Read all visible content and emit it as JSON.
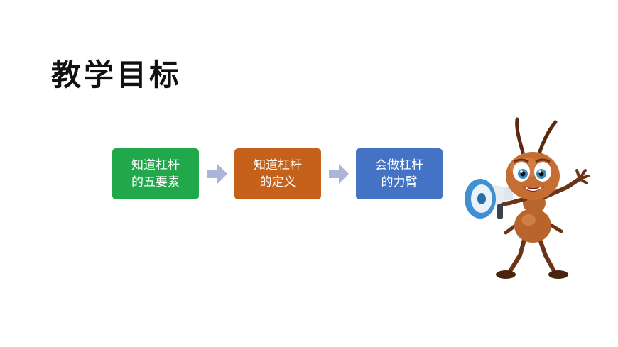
{
  "slide": {
    "title": "教学目标",
    "steps": [
      {
        "line1": "知道杠杆",
        "line2": "的五要素",
        "color": "#21a84a"
      },
      {
        "line1": "知道杠杆",
        "line2": "的定义",
        "color": "#c5611a"
      },
      {
        "line1": "会做杠杆",
        "line2": "的力臂",
        "color": "#4472c4"
      }
    ],
    "arrow_color": "#aab5d8",
    "mascot_icon": "ant-megaphone-mascot"
  }
}
